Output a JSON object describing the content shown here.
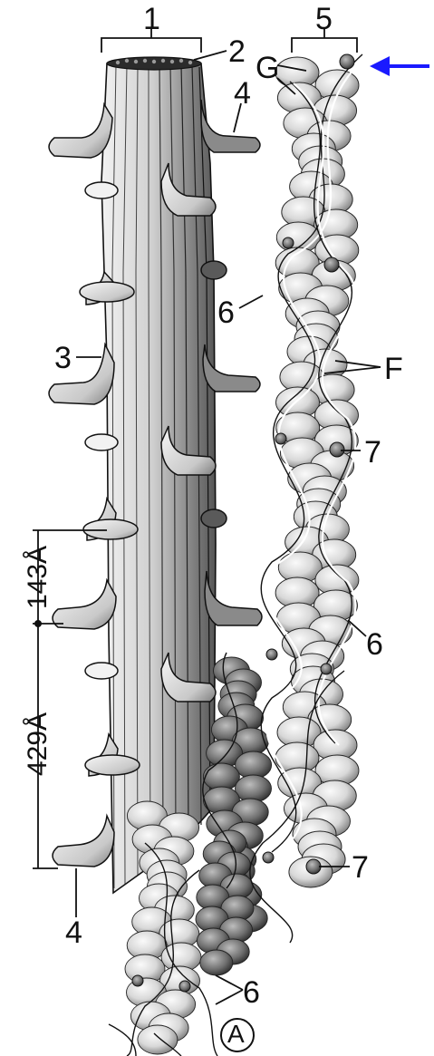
{
  "labels": {
    "thick_filament": "1",
    "bare_zone_top": "2",
    "myosin_molecule": "3",
    "cross_bridge": "4",
    "thin_filament": "5",
    "tropomyosin": "6",
    "troponin": "7",
    "g_actin": "G",
    "f_actin": "F",
    "panel": "A"
  },
  "dimensions": {
    "short_repeat": "143Å",
    "long_repeat": "429Å"
  },
  "colors": {
    "ink": "#111111",
    "arrow": "#1a1aff",
    "filament": "#cfcfcf",
    "shade": "#6a6a6a",
    "bead": "#e6e6e6"
  },
  "icons": {
    "pointer": "blue-arrow-left-icon"
  }
}
